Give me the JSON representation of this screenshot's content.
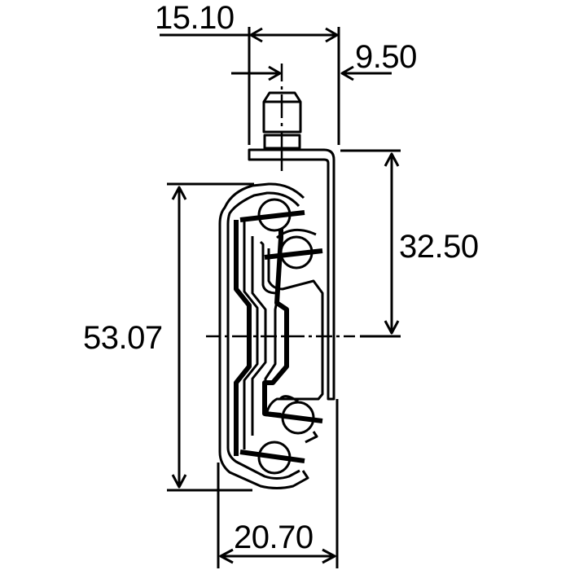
{
  "drawing": {
    "subject": "drawer slide cross-section",
    "units": "mm",
    "line_color": "#000000",
    "background": "#ffffff"
  },
  "dimensions": {
    "top_width": {
      "label": "15.10",
      "orientation": "horizontal"
    },
    "offset": {
      "label": "9.50",
      "orientation": "horizontal"
    },
    "mount_height": {
      "label": "32.50",
      "orientation": "vertical"
    },
    "total_height": {
      "label": "53.07",
      "orientation": "vertical"
    },
    "bottom_width": {
      "label": "20.70",
      "orientation": "horizontal"
    }
  }
}
